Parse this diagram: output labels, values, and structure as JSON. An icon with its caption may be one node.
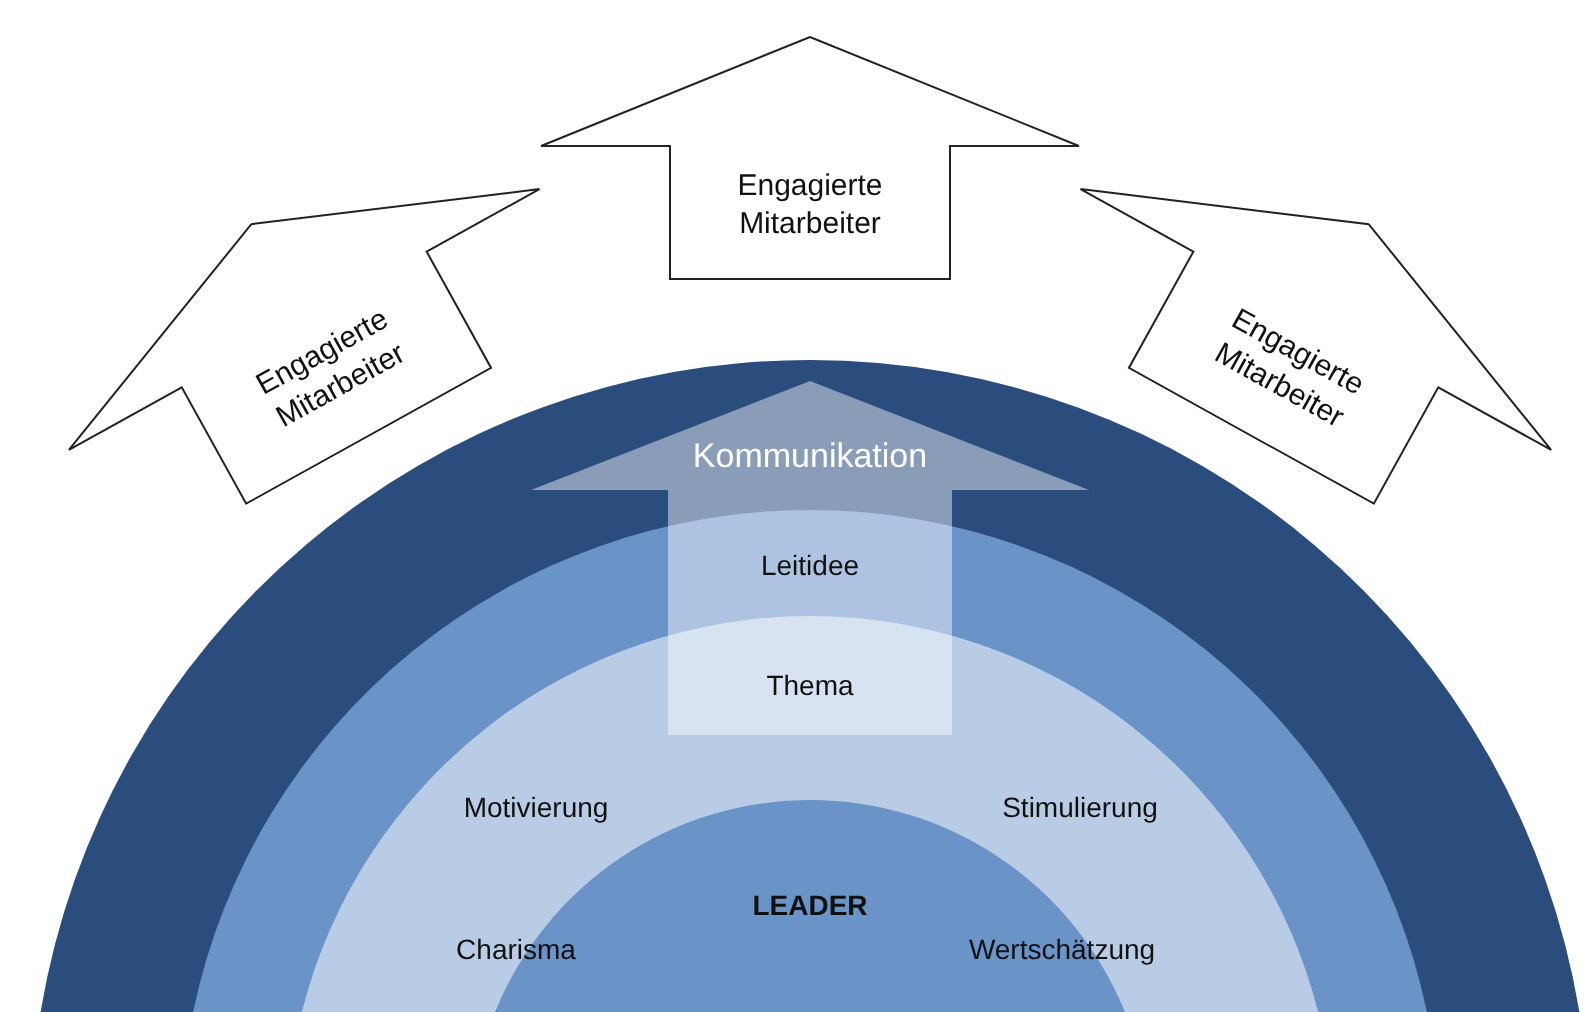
{
  "diagram": {
    "nodes": [
      {
        "text": [],
        "shape": "band"
      },
      {
        "text": [],
        "shape": "band",
        "in": 0
      },
      {
        "text": [
          "Motivierung",
          "Stimulierung",
          "LEADER",
          "Charisma",
          "Wertschätzung"
        ],
        "in": 1
      },
      {
        "text": [
          "Kommunikation",
          "Leitidee",
          "Thema"
        ],
        "in": 0
      },
      {
        "text": [
          "Engagierte Mitarbeiter"
        ]
      },
      {
        "text": [
          "Engagierte Mitarbeiter"
        ]
      },
      {
        "text": [
          "Engagierte Mitarbeiter"
        ]
      }
    ]
  }
}
